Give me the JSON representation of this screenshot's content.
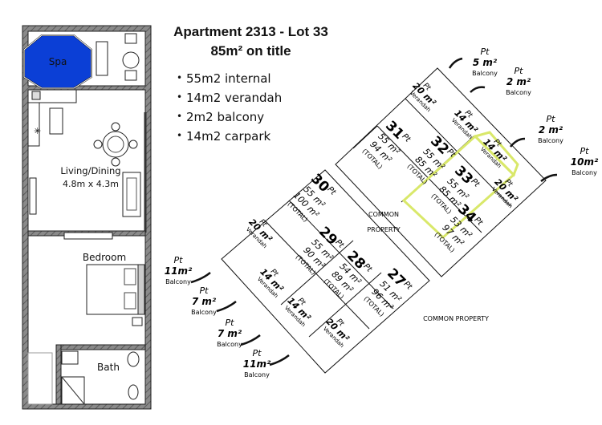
{
  "heading": {
    "title": "Apartment 2313 - Lot 33",
    "subtitle": "85m² on title"
  },
  "areas": [
    "55m2 internal",
    "14m2 verandah",
    "2m2 balcony",
    "14m2 carpark"
  ],
  "floor_plan": {
    "spa": "Spa",
    "living": "Living/Dining",
    "living_dims": "4.8m x 4.3m",
    "bedroom": "Bedroom",
    "bath": "Bath"
  },
  "strata": {
    "common_property": "COMMON PROPERTY",
    "common_property_a": "COMMON",
    "common_property_b": "PROPERTY",
    "lots": [
      {
        "lot": "31",
        "pt": "Pt",
        "internal": "55 m²",
        "total": "94 m²",
        "total_label": "(TOTAL)"
      },
      {
        "lot": "32",
        "pt": "Pt",
        "internal": "55 m²",
        "total": "85 m²",
        "total_label": "(TOTAL)"
      },
      {
        "lot": "33",
        "pt": "Pt",
        "internal": "55 m²",
        "total": "85 m²",
        "total_label": "(TOTAL)"
      },
      {
        "lot": "34",
        "pt": "Pt",
        "internal": "53 m²",
        "total": "97 m²",
        "total_label": "(TOTAL)"
      },
      {
        "lot": "30",
        "pt": "Pt",
        "internal": "55 m²",
        "total": "100 m²",
        "total_label": "(TOTAL)"
      },
      {
        "lot": "29",
        "pt": "Pt",
        "internal": "55 m²",
        "total": "90 m²",
        "total_label": "(TOTAL)"
      },
      {
        "lot": "28",
        "pt": "Pt",
        "internal": "54 m²",
        "total": "89 m²",
        "total_label": "(TOTAL)"
      },
      {
        "lot": "27",
        "pt": "Pt",
        "internal": "51 m²",
        "total": "96 m²",
        "total_label": "(TOTAL)"
      }
    ],
    "verandahs": [
      {
        "pt": "Pt",
        "area": "20 m²",
        "label": "Verandah"
      },
      {
        "pt": "Pt",
        "area": "14 m²",
        "label": "Verandah"
      },
      {
        "pt": "Pt",
        "area": "14 m²",
        "label": "Verandah"
      },
      {
        "pt": "Pt",
        "area": "20 m²",
        "label": "Verandah"
      },
      {
        "pt": "Pt",
        "area": "20 m²",
        "label": "Verandah"
      },
      {
        "pt": "Pt",
        "area": "14 m²",
        "label": "Verandah"
      },
      {
        "pt": "Pt",
        "area": "14 m²",
        "label": "Verandah"
      },
      {
        "pt": "Pt",
        "area": "20 m²",
        "label": "Verandah"
      }
    ],
    "balconies": [
      {
        "pt": "Pt",
        "area": "5 m²",
        "label": "Balcony"
      },
      {
        "pt": "Pt",
        "area": "2 m²",
        "label": "Balcony"
      },
      {
        "pt": "Pt",
        "area": "2 m²",
        "label": "Balcony"
      },
      {
        "pt": "Pt",
        "area": "10m²",
        "label": "Balcony"
      },
      {
        "pt": "Pt",
        "area": "11m²",
        "label": "Balcony"
      },
      {
        "pt": "Pt",
        "area": "7 m²",
        "label": "Balcony"
      },
      {
        "pt": "Pt",
        "area": "7 m²",
        "label": "Balcony"
      },
      {
        "pt": "Pt",
        "area": "11m²",
        "label": "Balcony"
      }
    ]
  },
  "colors": {
    "spa": "#0b3fd6",
    "highlight": "#d9e86a",
    "wall": "#1a1a1a",
    "hatch": "#6b6b6b"
  }
}
